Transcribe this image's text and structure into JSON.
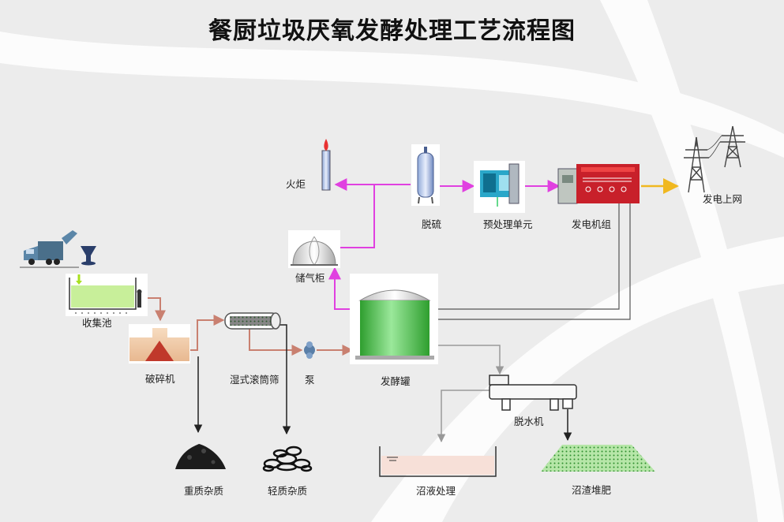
{
  "title": "餐厨垃圾厌氧发酵处理工艺流程图",
  "labels": {
    "flare": "火炬",
    "desulfurization": "脱硫",
    "pretreatment": "预处理单元",
    "generator": "发电机组",
    "grid": "发电上网",
    "gas_holder": "储气柜",
    "collection_tank": "收集池",
    "crusher": "破碎机",
    "drum_screen": "湿式滚筒筛",
    "pump": "泵",
    "digester": "发酵罐",
    "dewatering": "脱水机",
    "heavy_impurities": "重质杂质",
    "light_impurities": "轻质杂质",
    "biogas_liquid": "沼液处理",
    "biogas_residue": "沼渣堆肥"
  },
  "icons": [
    "truck-icon",
    "funnel-icon",
    "flare-icon",
    "desulfurization-tank-icon",
    "pretreatment-unit-icon",
    "generator-icon",
    "power-tower-icon",
    "gas-holder-icon",
    "collection-tank-icon",
    "crusher-icon",
    "drum-screen-icon",
    "pump-icon",
    "digester-tank-icon",
    "dewatering-machine-icon",
    "heavy-impurities-pile-icon",
    "light-impurities-pile-icon",
    "liquid-pool-icon",
    "compost-pile-icon"
  ],
  "colors": {
    "biogas_flow": "#e040e0",
    "material_flow": "#c98070",
    "power_flow": "#f0b820",
    "waste_flow": "#222222",
    "liquid_flow": "#999999",
    "digester_green": "#3fbf3f"
  }
}
